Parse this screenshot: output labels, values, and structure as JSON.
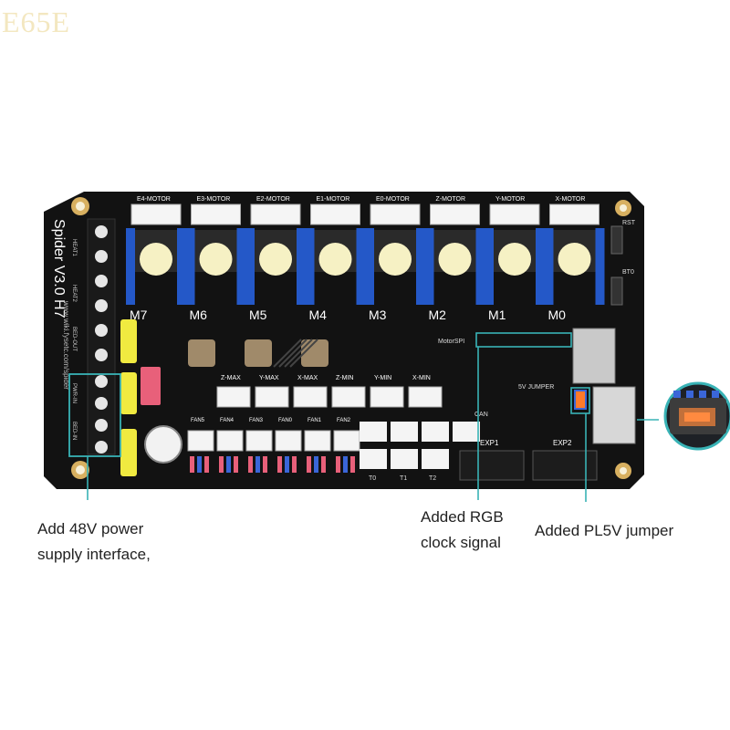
{
  "watermark": "E65E",
  "board": {
    "name": "Spider V3.0 H7",
    "url": "www.wiki.fysetc.com/spider",
    "motor_headers": [
      "E4-MOTOR",
      "E3-MOTOR",
      "E2-MOTOR",
      "E1-MOTOR",
      "E0-MOTOR",
      "Z-MOTOR",
      "Y-MOTOR",
      "X-MOTOR"
    ],
    "drivers": [
      "M7",
      "M6",
      "M5",
      "M4",
      "M3",
      "M2",
      "M1",
      "M0"
    ],
    "endstops_top": [
      "Z-MAX",
      "Y-MAX",
      "X-MAX",
      "Z-MIN",
      "Y-MIN",
      "X-MIN"
    ],
    "fans": [
      "FAN5",
      "FAN4",
      "FAN3",
      "FAN0",
      "FAN1",
      "FAN2"
    ],
    "thermistors": [
      "T0",
      "T1",
      "T2"
    ],
    "terminals": [
      "HEAT1",
      "HEAT2",
      "BED-OUT",
      "PWR-IN",
      "BED-IN"
    ],
    "misc_labels": {
      "motorspi": "MotorSPI",
      "can": "CAN",
      "jumper": "5V JUMPER",
      "exp1": "EXP1",
      "exp2": "EXP2",
      "rst": "RST",
      "bt0": "BT0"
    }
  },
  "colors": {
    "board": "#121212",
    "driver_blue": "#2458c8",
    "cap_yellow": "#f0ea40",
    "callout_teal": "#39b3b6",
    "pink": "#e8607a"
  },
  "callouts": {
    "power": [
      "Add 48V power",
      "supply interface,"
    ],
    "rgb": [
      "Added RGB",
      "clock signal"
    ],
    "pl5v": "Added PL5V jumper"
  }
}
